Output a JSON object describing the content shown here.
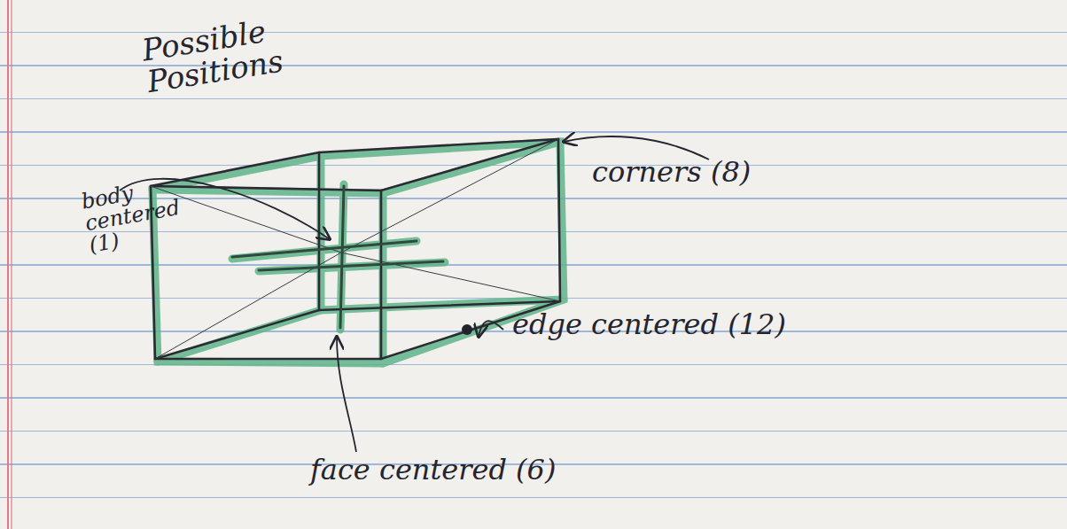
{
  "diagram": {
    "title": "Possible Positions",
    "labels": [
      "corners (8)",
      "body centered (1)",
      "edge centered (12)",
      "face centered (6)"
    ]
  }
}
